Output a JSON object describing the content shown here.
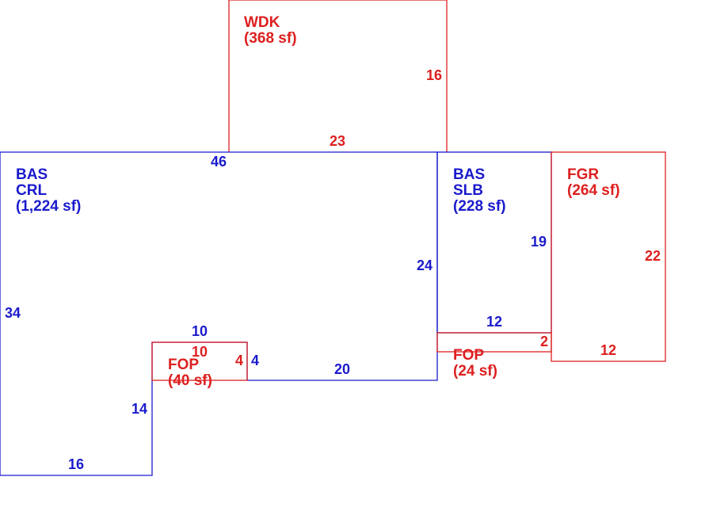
{
  "colors": {
    "living": "#1a1acc",
    "other": "#dd1f1f",
    "background": "#ffffff"
  },
  "areas": {
    "wdk": {
      "code": "WDK",
      "area": "(368 sf)"
    },
    "bas_crl": {
      "code": "BAS",
      "sub": "CRL",
      "area": "(1,224 sf)"
    },
    "bas_slb": {
      "code": "BAS",
      "sub": "SLB",
      "area": "(228 sf)"
    },
    "fgr": {
      "code": "FGR",
      "area": "(264 sf)"
    },
    "fop_left": {
      "code": "FOP",
      "area": "(40 sf)"
    },
    "fop_right": {
      "code": "FOP",
      "area": "(24 sf)"
    }
  },
  "dimensions": {
    "wdk_right": "16",
    "wdk_bottom": "23",
    "crl_top": "46",
    "crl_left": "34",
    "crl_right": "24",
    "crl_bottom_left": "16",
    "crl_step_vertical": "14",
    "crl_notch_top": "10",
    "crl_notch_right": "4",
    "crl_bottom_right": "20",
    "fop_left_top": "10",
    "fop_left_right": "4",
    "slb_right": "19",
    "slb_bottom": "12",
    "fop_right_side": "2",
    "fgr_right": "22",
    "fgr_bottom": "12"
  }
}
